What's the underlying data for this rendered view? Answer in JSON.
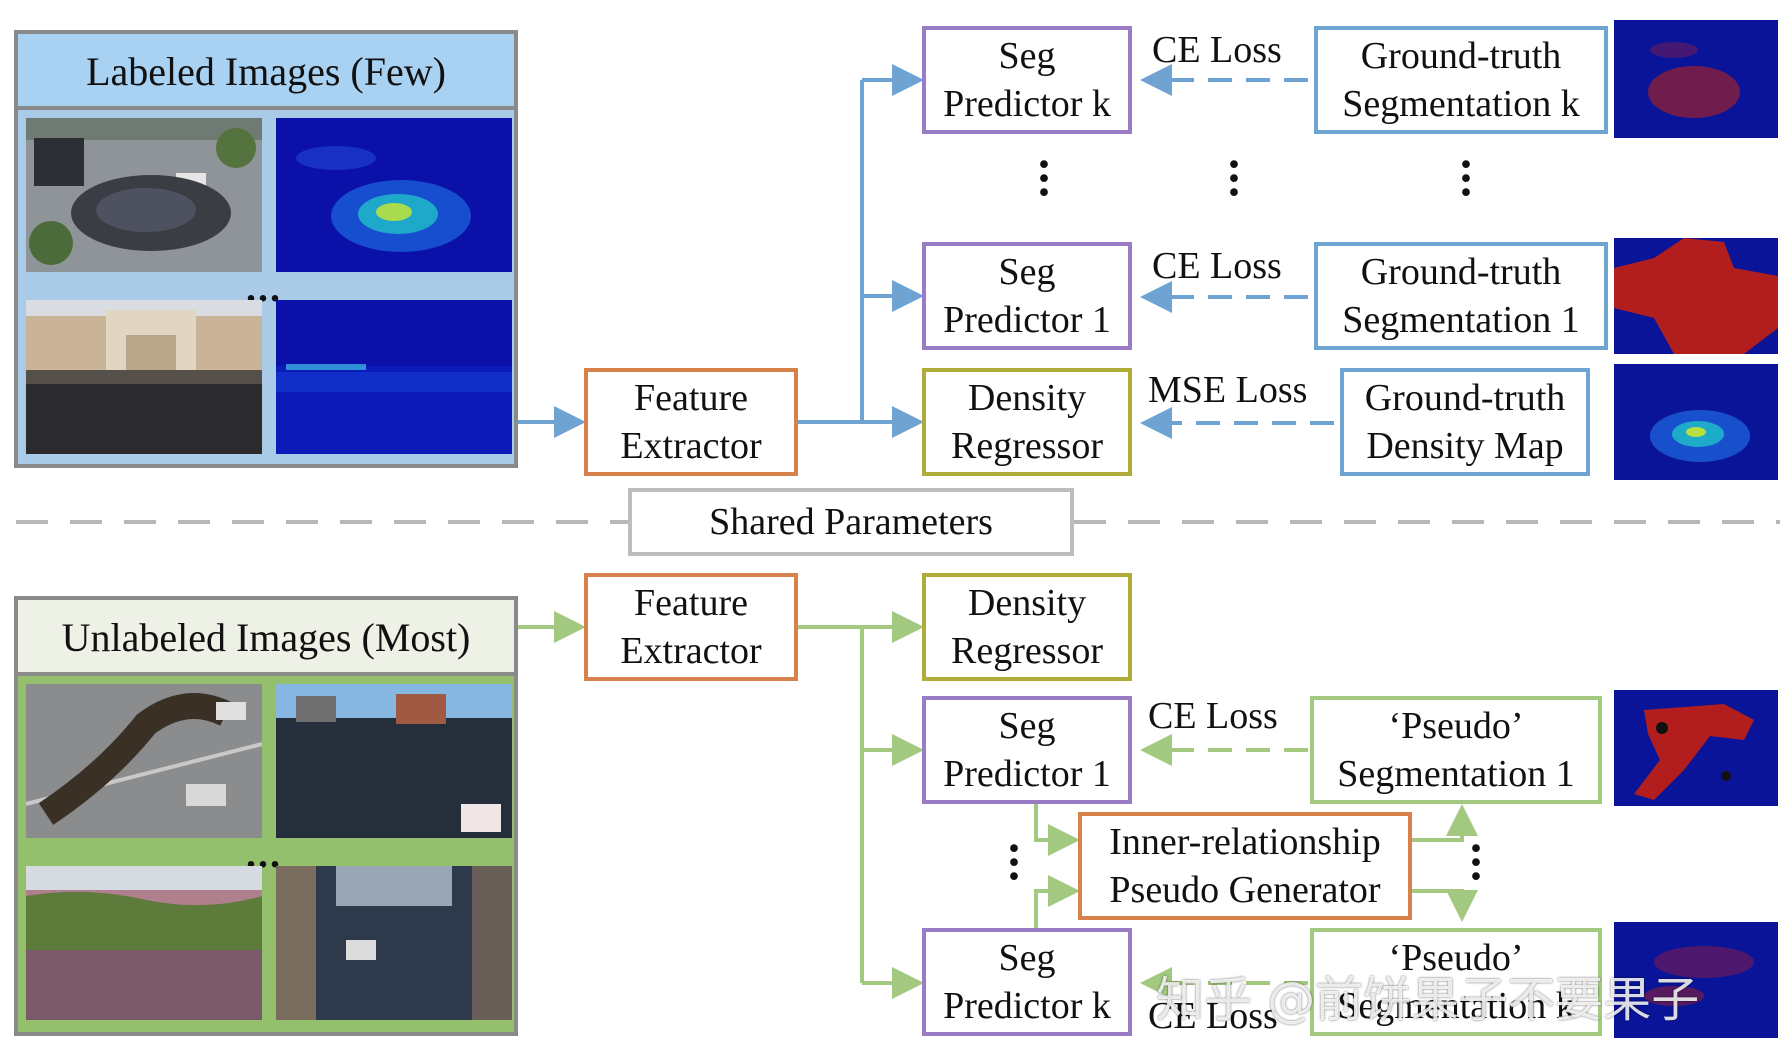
{
  "panels": {
    "labeled_title": "Labeled Images (Few)",
    "unlabeled_title": "Unlabeled Images (Most)",
    "ellipsis": "..."
  },
  "top": {
    "feature_extractor": [
      "Feature",
      "Extractor"
    ],
    "seg_k": [
      "Seg",
      "Predictor k"
    ],
    "seg_1": [
      "Seg",
      "Predictor 1"
    ],
    "density": [
      "Density",
      "Regressor"
    ],
    "ce_loss": "CE Loss",
    "mse_loss": "MSE Loss",
    "gt_seg_k": [
      "Ground-truth",
      "Segmentation  k"
    ],
    "gt_seg_1": [
      "Ground-truth",
      "Segmentation 1"
    ],
    "gt_density": [
      "Ground-truth",
      "Density Map"
    ]
  },
  "shared": "Shared Parameters",
  "bottom": {
    "feature_extractor": [
      "Feature",
      "Extractor"
    ],
    "density": [
      "Density",
      "Regressor"
    ],
    "seg_1": [
      "Seg",
      "Predictor 1"
    ],
    "seg_k": [
      "Seg",
      "Predictor k"
    ],
    "inner": [
      "Inner-relationship",
      "Pseudo Generator"
    ],
    "pseudo_1": [
      "‘Pseudo’",
      "Segmentation 1"
    ],
    "pseudo_k": [
      "‘Pseudo’",
      "Segmentation k"
    ],
    "ce_loss": "CE Loss"
  },
  "watermark": "知乎 @前饼果子不要果子",
  "colors": {
    "blue_arrow": "#6fa3d2",
    "green_arrow": "#a3c880",
    "labeled_header_bg": "#a9d1f2",
    "unlabeled_header_bg": "#eef1e6",
    "labeled_panel_bg": "#a9cbe8",
    "unlabeled_panel_bg": "#94c06d",
    "map_blue": "#0a1499",
    "map_red": "#b21e1e"
  }
}
